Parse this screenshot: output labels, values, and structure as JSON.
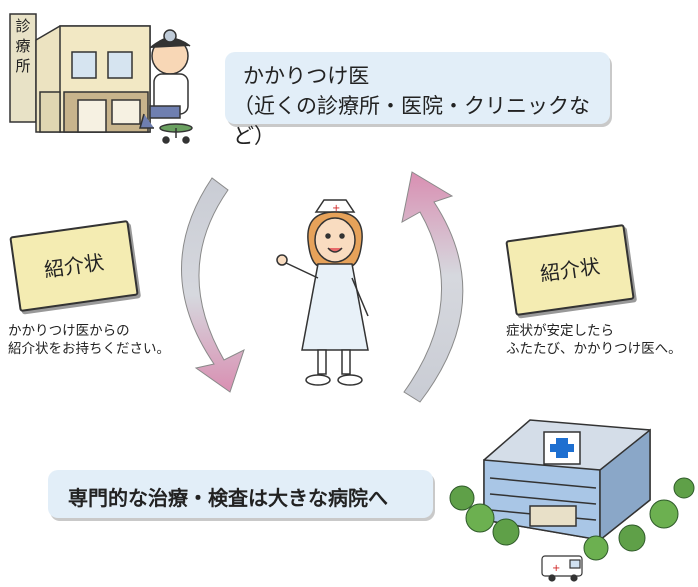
{
  "clinic": {
    "sign": "診療所",
    "title": "かかりつけ医",
    "subtitle": "（近くの診療所・医院・クリニックなど）"
  },
  "hospital": {
    "caption": "専門的な治療・検査は大きな病院へ"
  },
  "referral_left": {
    "letter": "紹介状",
    "note_line1": "かかりつけ医からの",
    "note_line2": "紹介状をお持ちください。"
  },
  "referral_right": {
    "letter": "紹介状",
    "note_line1": "症状が安定したら",
    "note_line2": "ふたたび、かかりつけ医へ。"
  },
  "colors": {
    "caption_box": "#e2eef8",
    "letter_paper": "#f4ecb2",
    "arrow_pink": "#d98fb2",
    "arrow_grey": "#c9ccd4",
    "hospital_blue": "#a9c6e6"
  }
}
